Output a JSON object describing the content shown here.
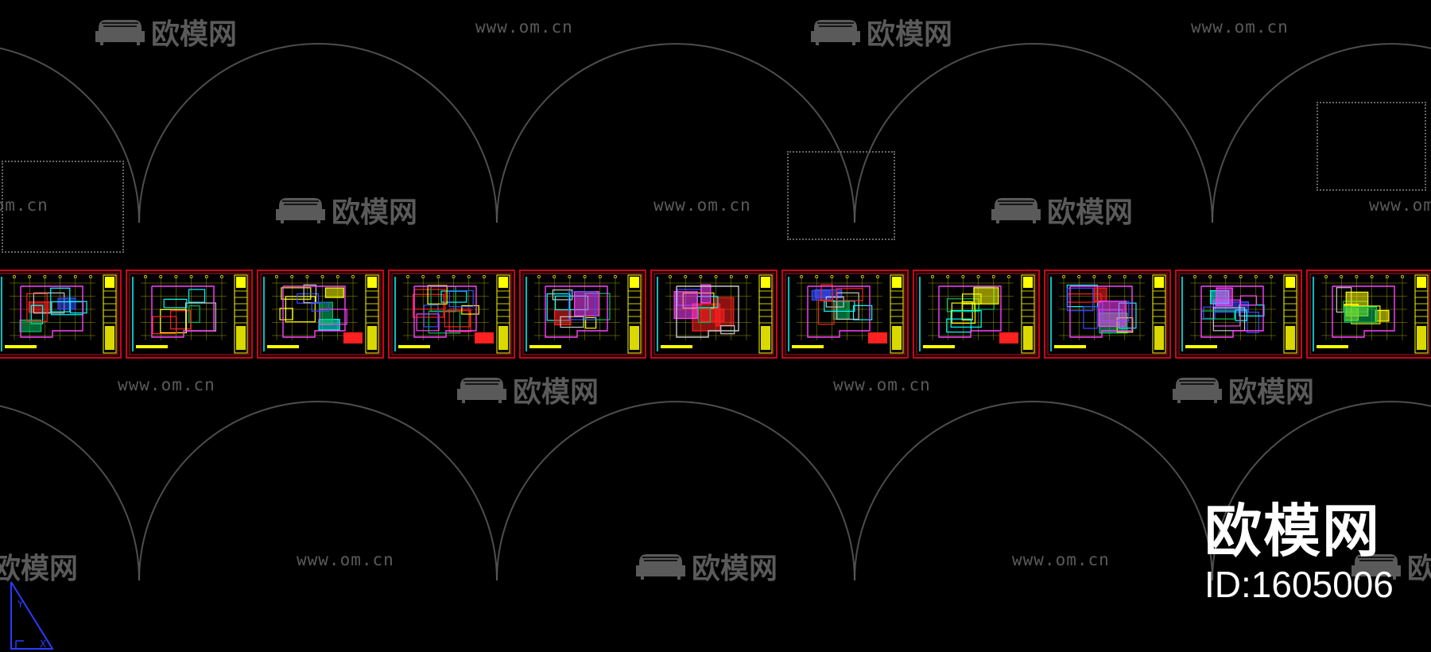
{
  "watermark": {
    "url_text": "www.om.cn",
    "logo_text": "欧模网",
    "logo_icon": "sofa-icon"
  },
  "brand": {
    "logo_text": "欧模网",
    "id_text": "ID:1605006"
  },
  "sheets_count": 11,
  "colors": {
    "background": "#000000",
    "sheet_border": "#d4001a",
    "drawing_yellow": "#ffff00",
    "drawing_cyan": "#00ffff",
    "drawing_blue": "#3a4cff",
    "drawing_red": "#ff2020",
    "drawing_magenta": "#ff40ff",
    "drawing_white": "#c8c8c8",
    "drawing_green": "#00c060",
    "watermark_gray": "#5a5a5a",
    "ucs_blue": "#2a3cff"
  }
}
